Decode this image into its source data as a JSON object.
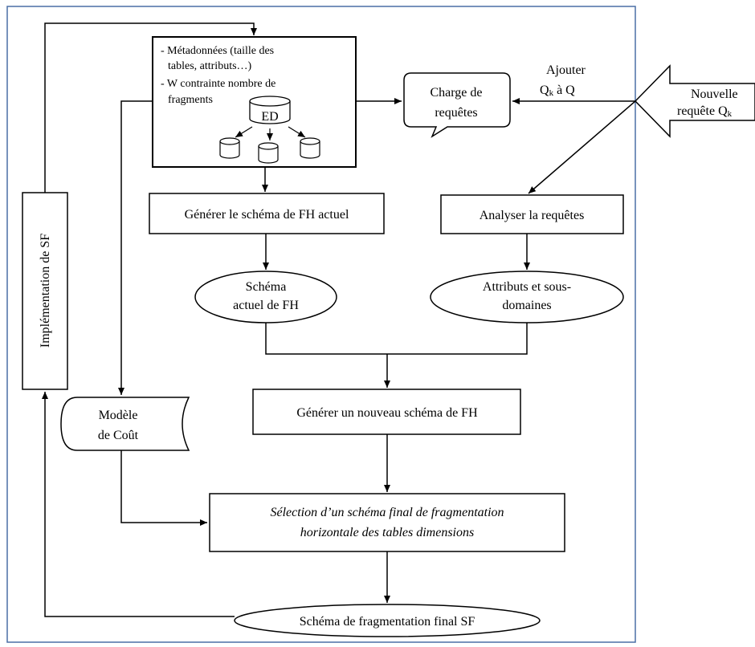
{
  "meta": {
    "line1": "-  Métadonnées (taille des",
    "line2": "tables, attributs…)",
    "line3": "- W contrainte nombre de",
    "line4": "fragments",
    "db_label": "ED"
  },
  "charge": {
    "line1": "Charge de",
    "line2": "requêtes"
  },
  "ajouter": {
    "line1": "Ajouter",
    "line2_prefix": "Q",
    "line2_sub": "k",
    "line2_suffix": " à Q"
  },
  "nouvelle": {
    "line1": "Nouvelle",
    "line2_prefix": "requête Q",
    "line2_sub": "k"
  },
  "generer_actuel": "Générer le schéma de FH actuel",
  "analyser": "Analyser la requêtes",
  "schema_actuel": {
    "line1": "Schéma",
    "line2": "actuel de FH"
  },
  "attributs": {
    "line1": "Attributs et sous-",
    "line2": "domaines"
  },
  "generer_nouveau": "Générer un nouveau schéma de FH",
  "modele": {
    "line1": "Modèle",
    "line2": "de Coût"
  },
  "selection": {
    "line1": "Sélection d’un schéma final de fragmentation",
    "line2": "horizontale des tables dimensions"
  },
  "schema_final": "Schéma de fragmentation final SF",
  "implementation": "Implémentation de SF",
  "colors": {
    "frame": "#4a6fa5",
    "stroke": "#000000",
    "background": "#ffffff"
  }
}
